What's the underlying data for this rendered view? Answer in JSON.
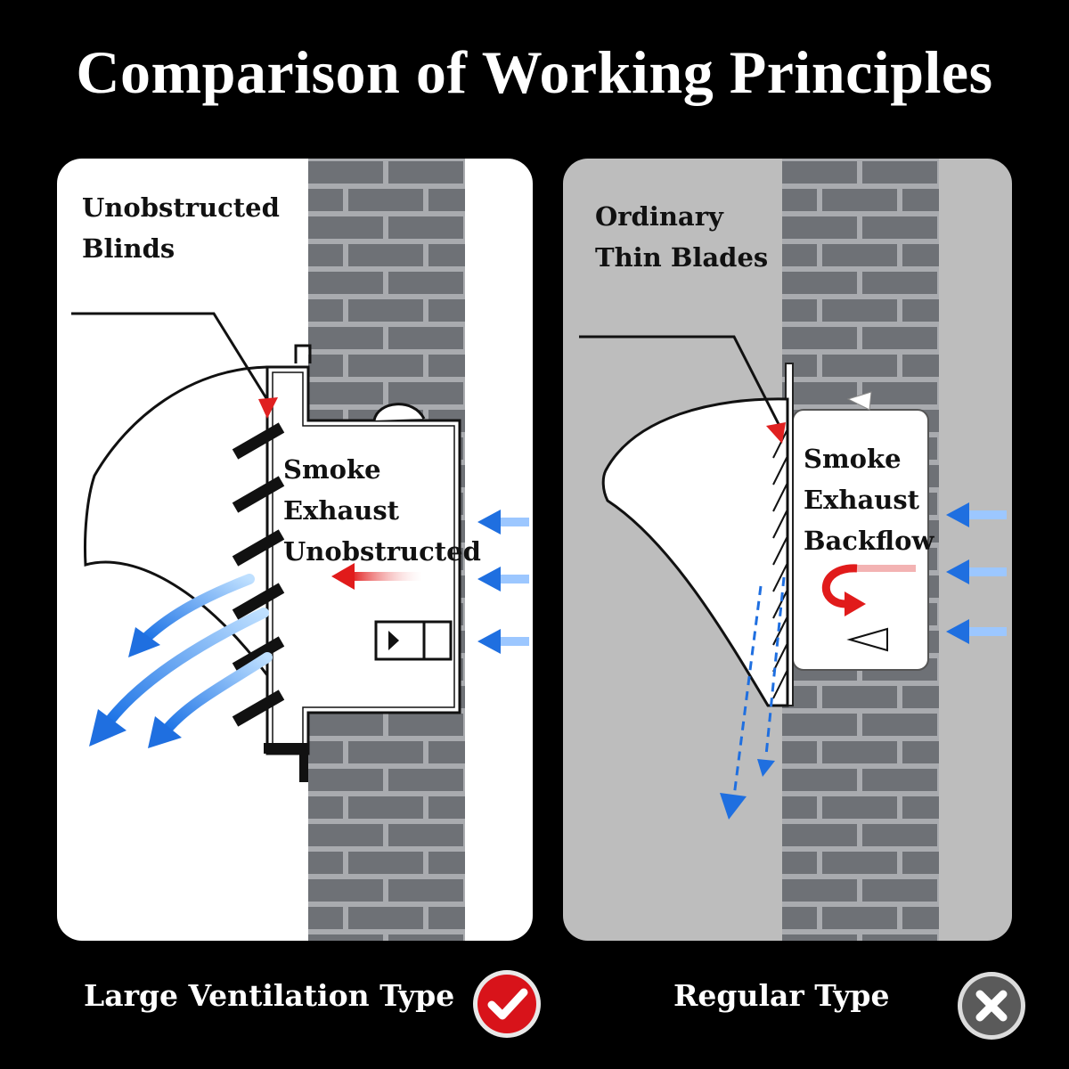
{
  "title": "Comparison of Working Principles",
  "left_panel": {
    "label_top_line1": "Unobstructed",
    "label_top_line2": "Blinds",
    "label_mid_line1": "Smoke",
    "label_mid_line2": "Exhaust",
    "label_mid_line3": "Unobstructed",
    "bottom_label": "Large Ventilation Type",
    "badge": "check-icon"
  },
  "right_panel": {
    "label_top_line1": "Ordinary",
    "label_top_line2": "Thin Blades",
    "label_mid_line1": "Smoke",
    "label_mid_line2": "Exhaust",
    "label_mid_line3": "Backflow",
    "bottom_label": "Regular Type",
    "badge": "cross-icon"
  },
  "colors": {
    "background": "#000000",
    "brick": "#6e7176",
    "mortar": "#a9abaf",
    "airflow_blue": "#1f6fe0",
    "smoke_red": "#e02020",
    "badge_red": "#d8131a",
    "badge_gray": "#5a5a5a"
  }
}
